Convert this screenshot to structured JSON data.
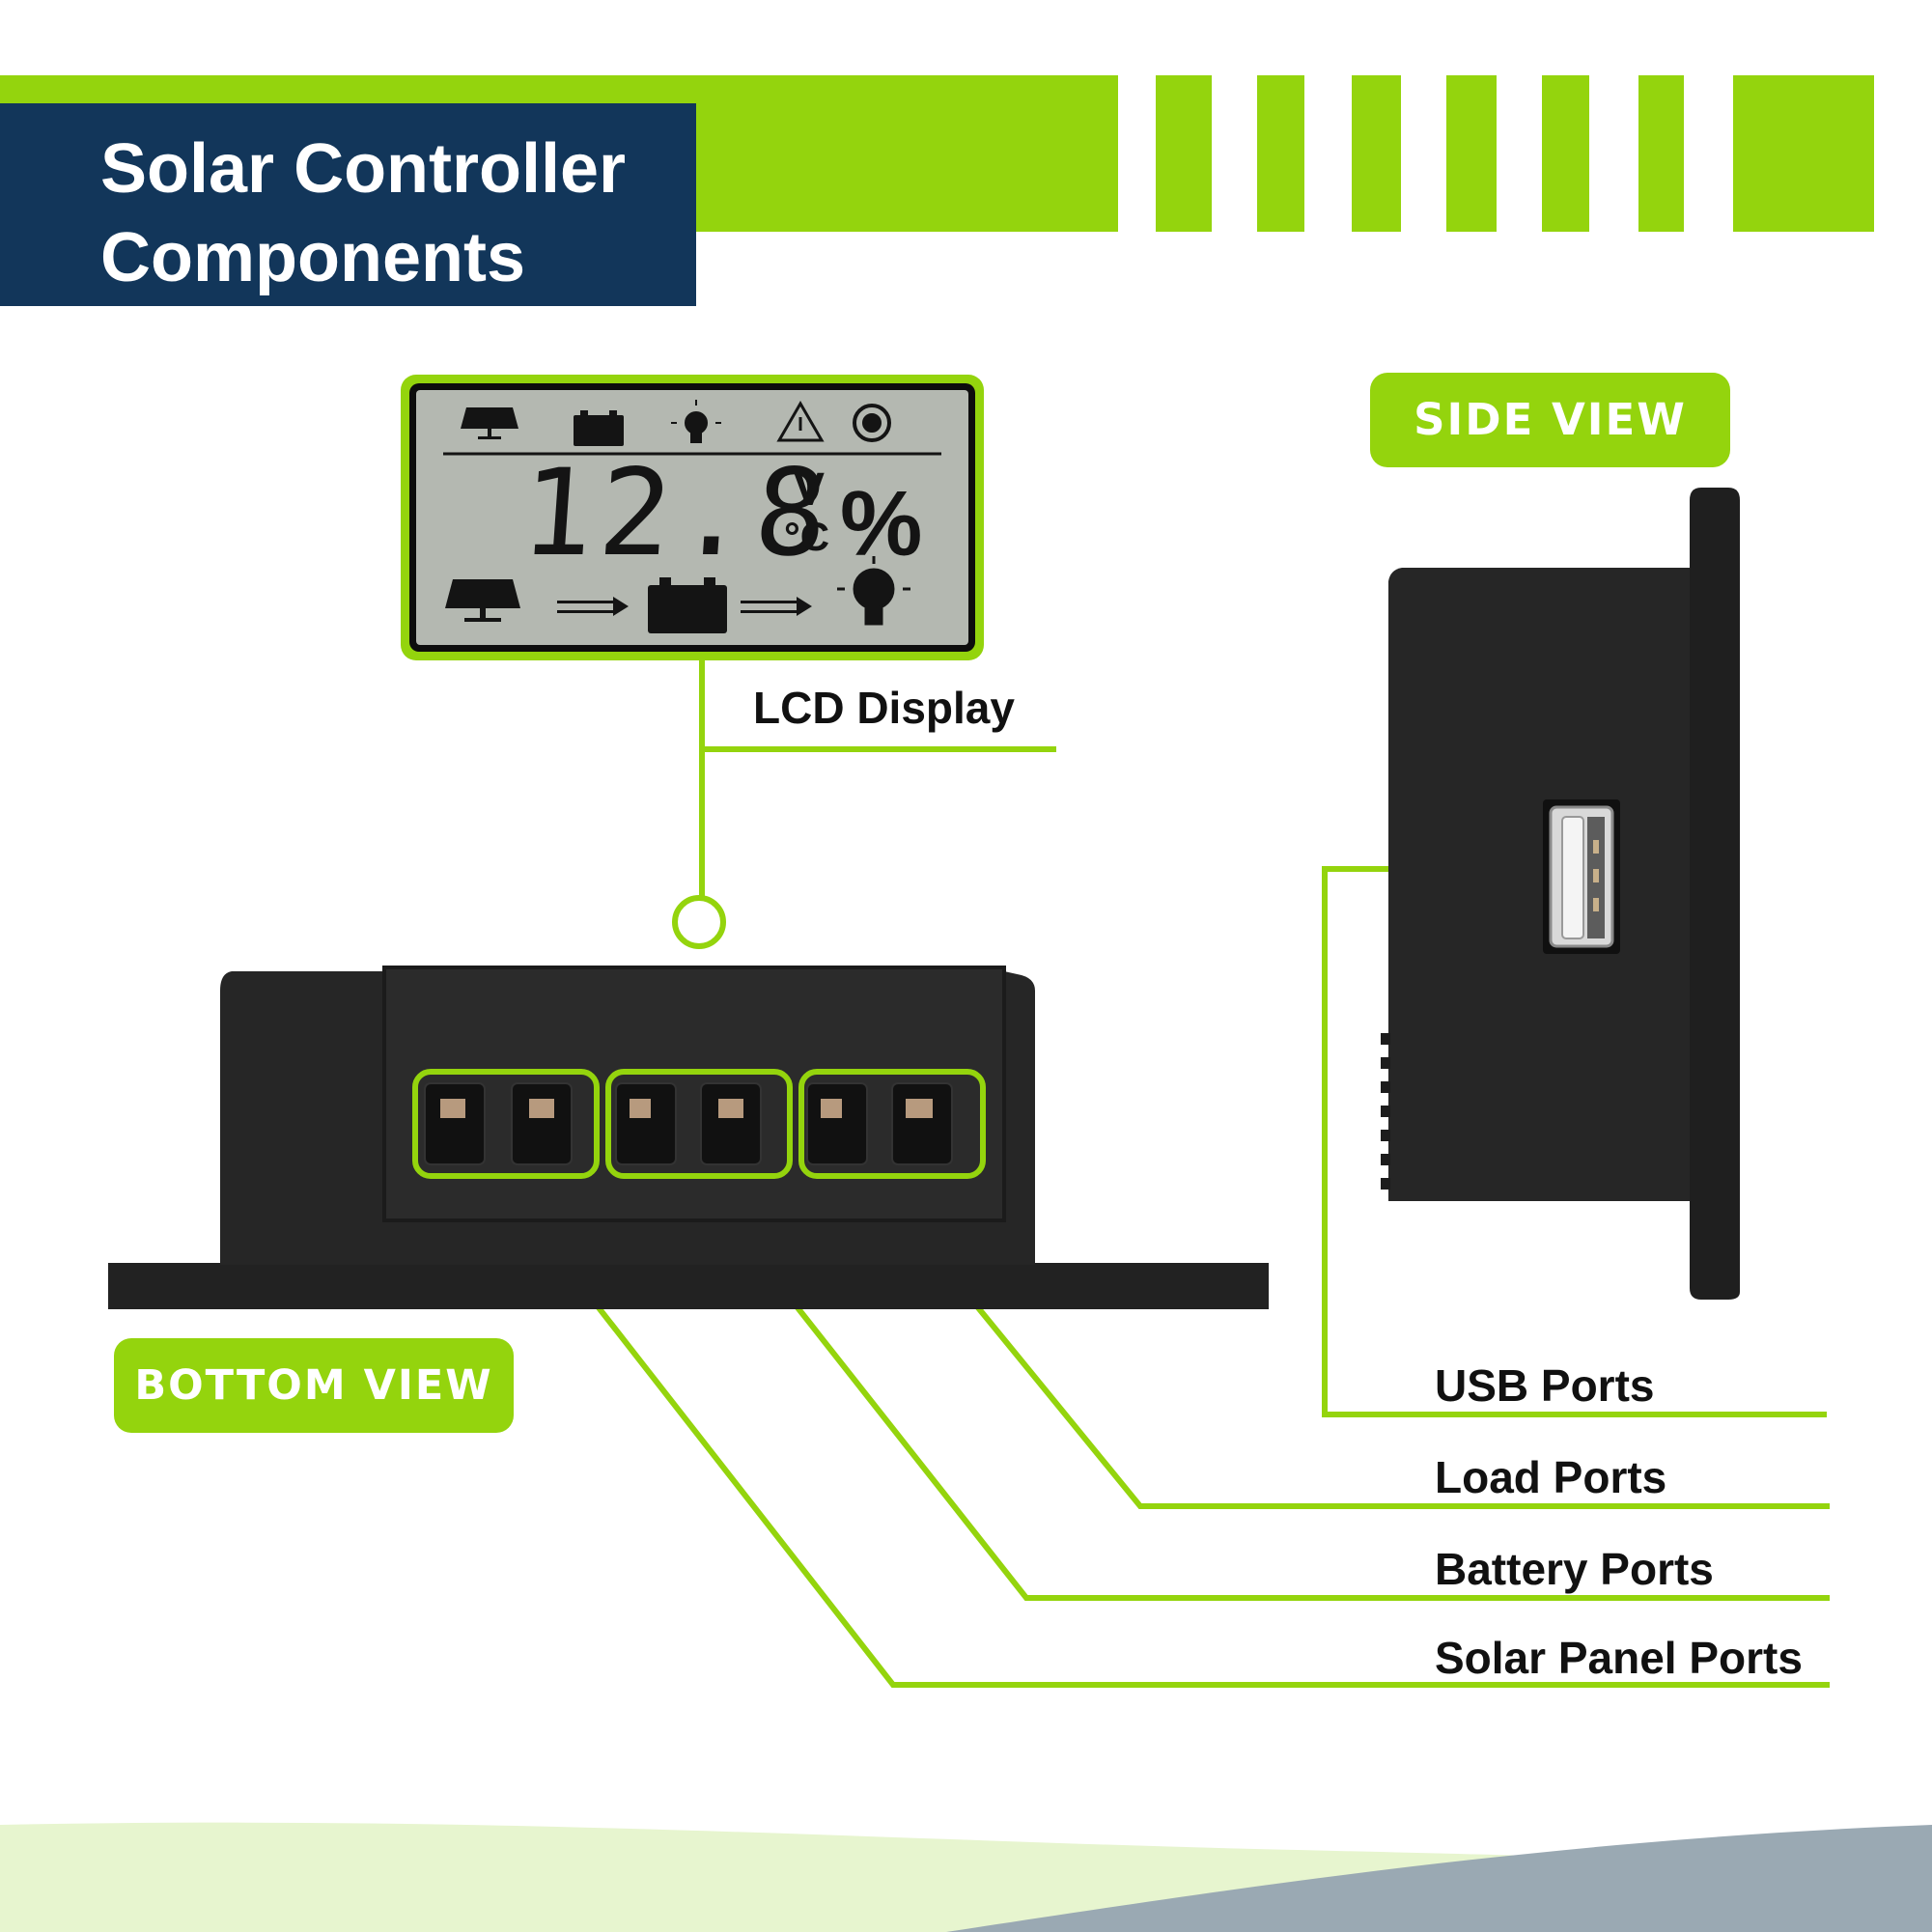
{
  "header": {
    "title_line1": "Solar Controller",
    "title_line2": "Components"
  },
  "badges": {
    "side_view": "SIDE VIEW",
    "bottom_view": "BOTTOM VIEW"
  },
  "callouts": {
    "lcd_display": "LCD Display",
    "usb_ports": "USB Ports",
    "load_ports": "Load Ports",
    "battery_ports": "Battery Ports",
    "solar_panel_ports": "Solar Panel Ports"
  },
  "lcd": {
    "reading": "12.8",
    "unit_voltage": "V",
    "unit_temperature": "°C",
    "unit_percent": "%",
    "top_icons": [
      "solar-panel-icon",
      "battery-icon",
      "bulb-icon",
      "warning-icon",
      "gear-icon"
    ],
    "bottom_icons": [
      "solar-panel-icon",
      "arrow-icon",
      "battery-icon",
      "arrow-icon",
      "bulb-icon"
    ]
  },
  "colors": {
    "accent_green": "#94d40d",
    "navy": "#12365a",
    "device_black": "#262626",
    "lcd_background": "#b4b8b1"
  }
}
